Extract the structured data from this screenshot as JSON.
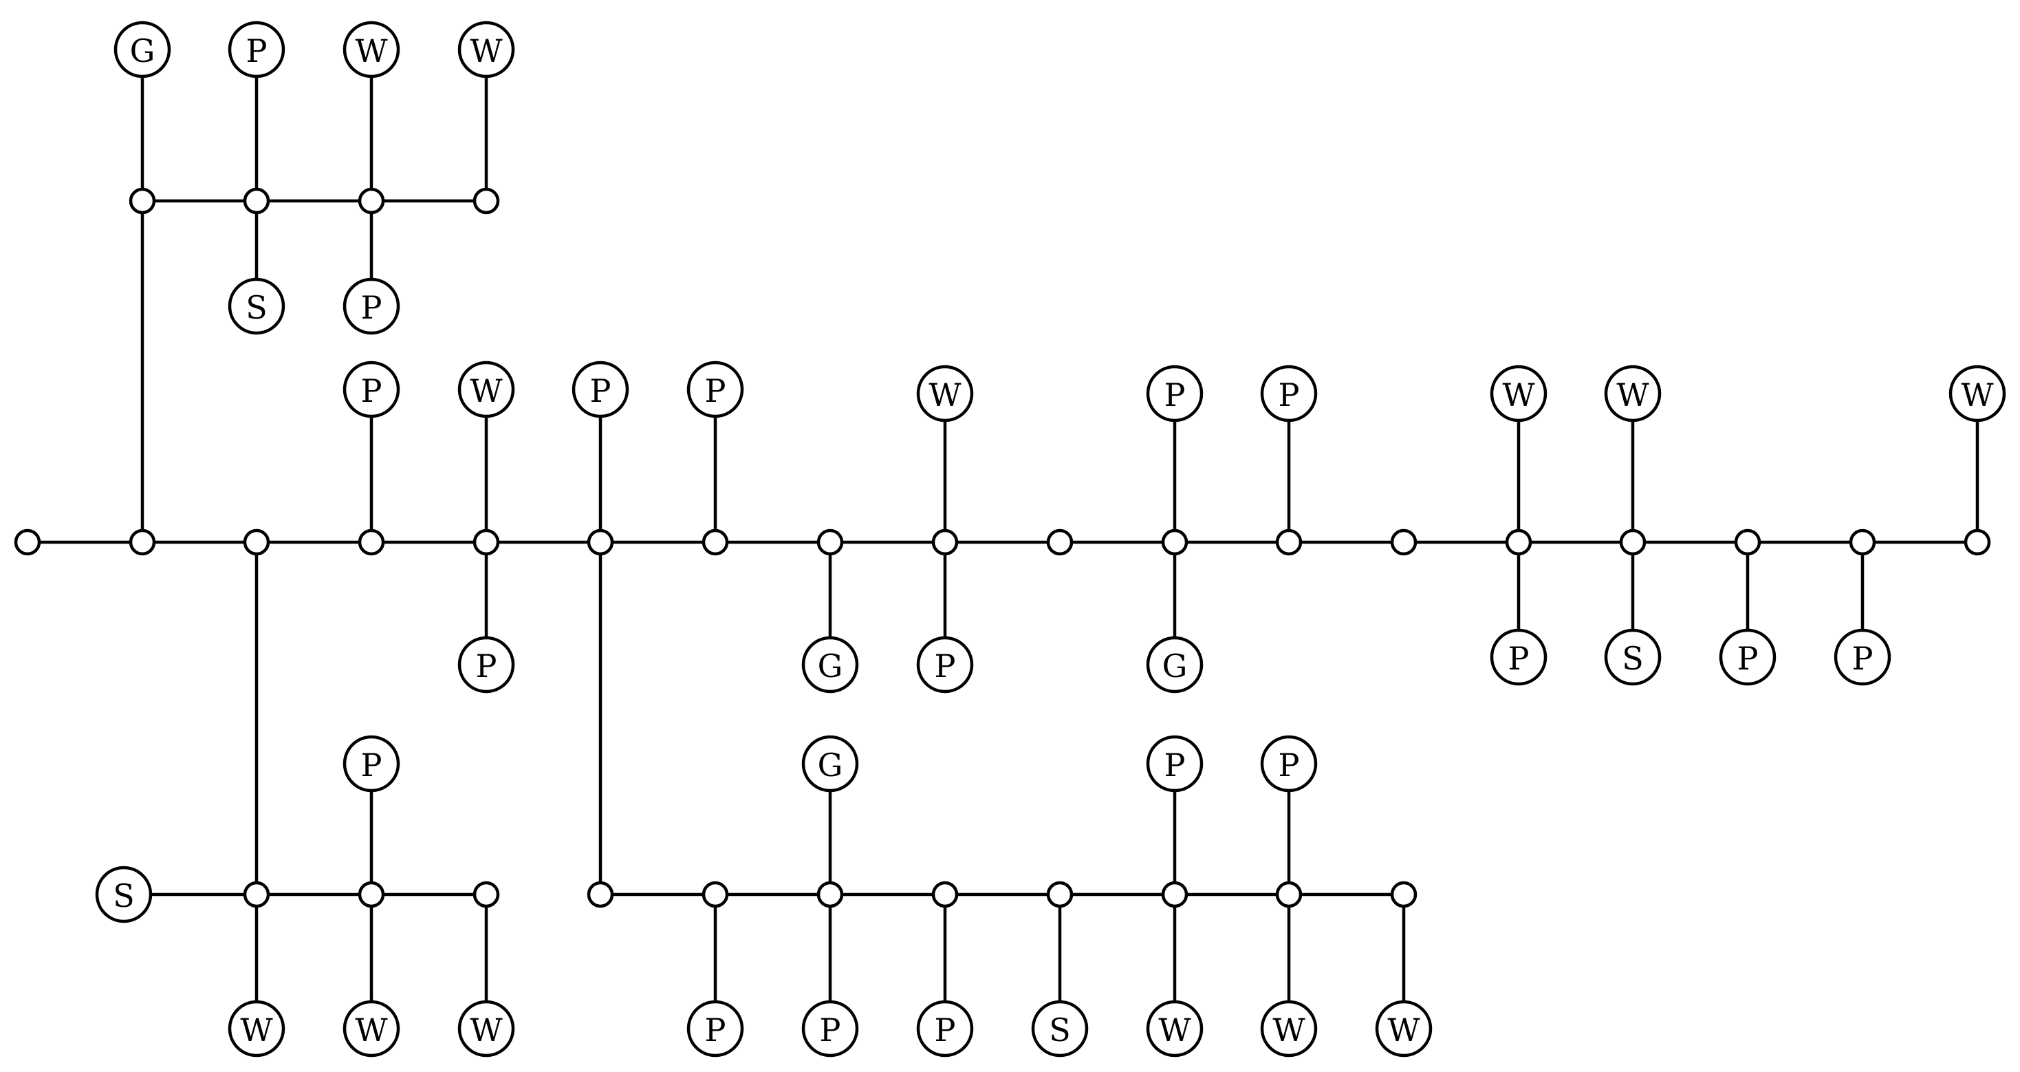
{
  "junctions": [
    {
      "id": "m0"
    },
    {
      "id": "m1"
    },
    {
      "id": "m2"
    },
    {
      "id": "m3"
    },
    {
      "id": "m4"
    },
    {
      "id": "m5"
    },
    {
      "id": "m6"
    },
    {
      "id": "m7"
    },
    {
      "id": "m8"
    },
    {
      "id": "m9"
    },
    {
      "id": "m10"
    },
    {
      "id": "m11"
    },
    {
      "id": "m12"
    },
    {
      "id": "m13"
    },
    {
      "id": "m14"
    },
    {
      "id": "m15"
    },
    {
      "id": "m16"
    },
    {
      "id": "m17"
    },
    {
      "id": "t1"
    },
    {
      "id": "t2"
    },
    {
      "id": "t3"
    },
    {
      "id": "t4"
    },
    {
      "id": "bl1"
    },
    {
      "id": "bl2"
    },
    {
      "id": "bl3"
    },
    {
      "id": "br0"
    },
    {
      "id": "br1"
    },
    {
      "id": "br2"
    },
    {
      "id": "br3"
    },
    {
      "id": "br4"
    },
    {
      "id": "br5"
    },
    {
      "id": "br6"
    },
    {
      "id": "br7"
    }
  ],
  "devices": [
    {
      "id": "d_t1u",
      "label": "G"
    },
    {
      "id": "d_t2u",
      "label": "P"
    },
    {
      "id": "d_t3u",
      "label": "W"
    },
    {
      "id": "d_t4u",
      "label": "W"
    },
    {
      "id": "d_t2d",
      "label": "S"
    },
    {
      "id": "d_t3d",
      "label": "P"
    },
    {
      "id": "d_m3u",
      "label": "P"
    },
    {
      "id": "d_m4u",
      "label": "W"
    },
    {
      "id": "d_m5u",
      "label": "P"
    },
    {
      "id": "d_m6u",
      "label": "P"
    },
    {
      "id": "d_m8u",
      "label": "W"
    },
    {
      "id": "d_m10u",
      "label": "P"
    },
    {
      "id": "d_m11u",
      "label": "P"
    },
    {
      "id": "d_m13u",
      "label": "W"
    },
    {
      "id": "d_m14u",
      "label": "W"
    },
    {
      "id": "d_m17u",
      "label": "W"
    },
    {
      "id": "d_m4d",
      "label": "P"
    },
    {
      "id": "d_m7d",
      "label": "G"
    },
    {
      "id": "d_m8d",
      "label": "P"
    },
    {
      "id": "d_m10d",
      "label": "G"
    },
    {
      "id": "d_m13d",
      "label": "P"
    },
    {
      "id": "d_m14d",
      "label": "S"
    },
    {
      "id": "d_m15d",
      "label": "P"
    },
    {
      "id": "d_m16d",
      "label": "P"
    },
    {
      "id": "d_bl2u",
      "label": "P"
    },
    {
      "id": "d_bl0",
      "label": "S"
    },
    {
      "id": "d_bl1d",
      "label": "W"
    },
    {
      "id": "d_bl2d",
      "label": "W"
    },
    {
      "id": "d_bl3d",
      "label": "W"
    },
    {
      "id": "d_br2u",
      "label": "G"
    },
    {
      "id": "d_br5u",
      "label": "P"
    },
    {
      "id": "d_br6u",
      "label": "P"
    },
    {
      "id": "d_br1d",
      "label": "P"
    },
    {
      "id": "d_br2d",
      "label": "P"
    },
    {
      "id": "d_br3d",
      "label": "P"
    },
    {
      "id": "d_br4d",
      "label": "S"
    },
    {
      "id": "d_br5d",
      "label": "W"
    },
    {
      "id": "d_br6d",
      "label": "W"
    },
    {
      "id": "d_br7d",
      "label": "W"
    }
  ]
}
